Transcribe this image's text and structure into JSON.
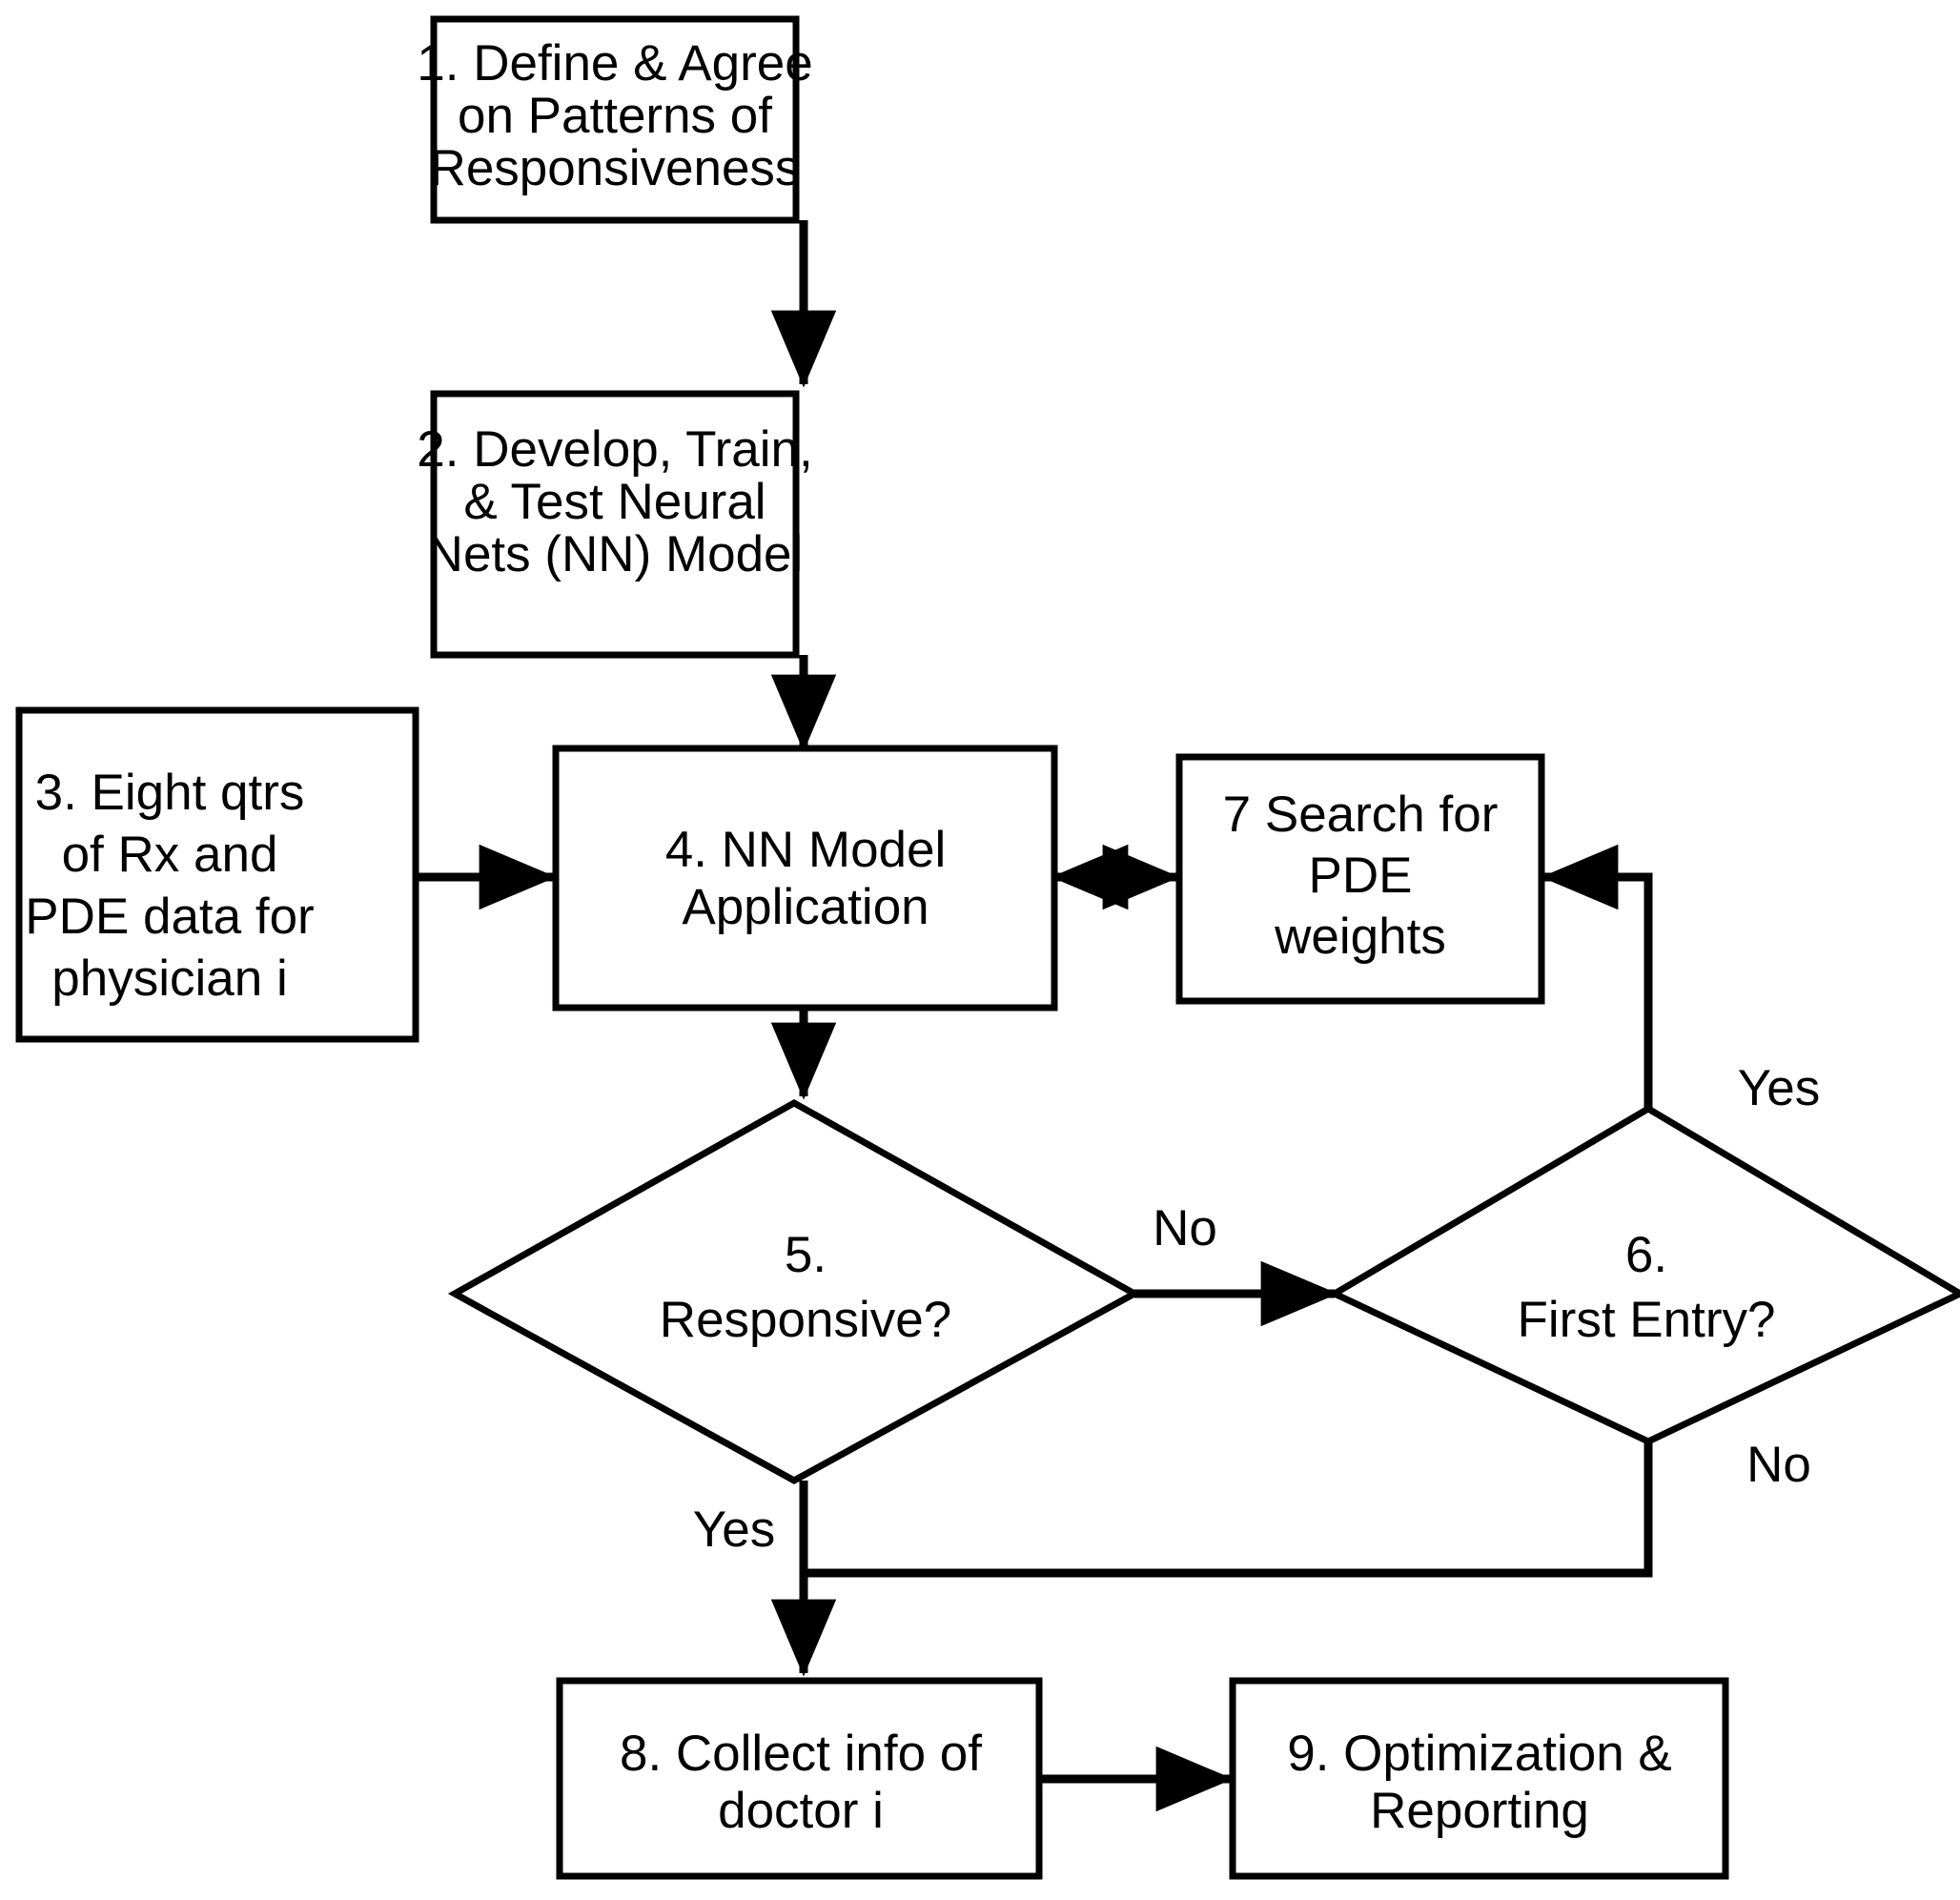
{
  "diagram": {
    "type": "flowchart",
    "title": "Neural-net based physician responsiveness process flow",
    "background": "#ffffff",
    "stroke_color": "#000000",
    "fill_color": "#ffffff",
    "nodes": [
      {
        "id": "n1",
        "shape": "process",
        "lines": [
          "1. Define & Agree",
          "on Patterns of",
          "Responsiveness"
        ]
      },
      {
        "id": "n2",
        "shape": "process",
        "lines": [
          "2. Develop, Train,",
          "& Test Neural",
          "Nets (NN) Model"
        ]
      },
      {
        "id": "n3",
        "shape": "process",
        "lines": [
          "3. Eight qtrs",
          "of Rx and",
          "PDE data for",
          "physician i"
        ]
      },
      {
        "id": "n4",
        "shape": "process",
        "lines": [
          "4. NN Model",
          "Application"
        ]
      },
      {
        "id": "n5",
        "shape": "decision",
        "lines": [
          "5.",
          "Responsive?"
        ]
      },
      {
        "id": "n6",
        "shape": "decision",
        "lines": [
          "6.",
          "First Entry?"
        ]
      },
      {
        "id": "n7",
        "shape": "process",
        "lines": [
          "7 Search for",
          "PDE",
          "weights"
        ]
      },
      {
        "id": "n8",
        "shape": "process",
        "lines": [
          "8. Collect info of",
          "doctor i"
        ]
      },
      {
        "id": "n9",
        "shape": "process",
        "lines": [
          "9. Optimization &",
          "Reporting"
        ]
      }
    ],
    "edge_labels": {
      "five_to_six": "No",
      "five_to_eight": "Yes",
      "six_to_seven": "Yes",
      "six_to_eight": "No"
    },
    "edges": [
      {
        "from": "n1",
        "to": "n2",
        "label": ""
      },
      {
        "from": "n2",
        "to": "n4",
        "label": ""
      },
      {
        "from": "n3",
        "to": "n4",
        "label": ""
      },
      {
        "from": "n4",
        "to": "n7",
        "label": "",
        "bidirectional": true
      },
      {
        "from": "n4",
        "to": "n5",
        "label": ""
      },
      {
        "from": "n5",
        "to": "n6",
        "label": "No"
      },
      {
        "from": "n5",
        "to": "n8",
        "label": "Yes"
      },
      {
        "from": "n6",
        "to": "n7",
        "label": "Yes"
      },
      {
        "from": "n6",
        "to": "n8",
        "label": "No"
      },
      {
        "from": "n8",
        "to": "n9",
        "label": ""
      }
    ]
  }
}
